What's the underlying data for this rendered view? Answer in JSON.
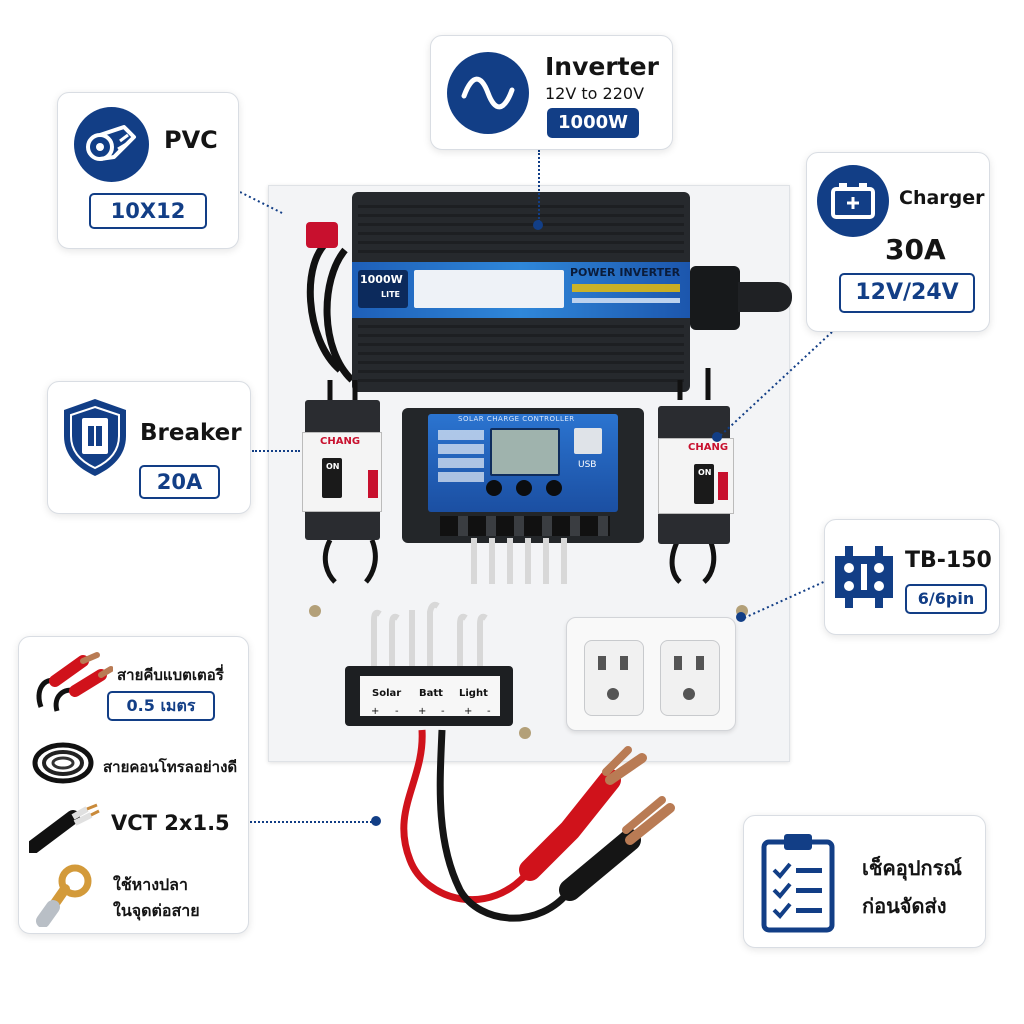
{
  "callouts": {
    "inverter": {
      "title": "Inverter",
      "subtitle": "12V to 220V",
      "badge": "1000W",
      "icon": "sine-wave-icon"
    },
    "pvc": {
      "title": "PVC",
      "badge": "10X12",
      "icon": "pvc-roll-icon"
    },
    "charger": {
      "title": "Charger",
      "value": "30A",
      "badge": "12V/24V",
      "icon": "battery-icon"
    },
    "breaker": {
      "title": "Breaker",
      "badge": "20A",
      "icon": "breaker-shield-icon"
    },
    "terminal": {
      "title": "TB-150",
      "badge": "6/6pin",
      "icon": "terminal-block-icon"
    },
    "check": {
      "line1": "เช็คอุปกรณ์",
      "line2": "ก่อนจัดส่ง",
      "icon": "clipboard-checklist-icon"
    }
  },
  "accessories": {
    "clip_label": "สายคีบแบตเตอรี่",
    "clip_badge": "0.5 เมตร",
    "cable_label": "สายคอนโทรลอย่างดี",
    "vct_label": "VCT 2x1.5",
    "lug_line1": "ใช้หางปลา",
    "lug_line2": "ในจุดต่อสาย"
  },
  "device": {
    "inverter_badge": "1000W",
    "inverter_badge_sub": "LITE",
    "inverter_brand": "POWER INVERTER",
    "controller_title": "SOLAR CHARGE CONTROLLER",
    "controller_usb": "USB",
    "breaker_brand": "CHANG",
    "breaker_on": "ON",
    "terminal_labels": [
      "Solar",
      "Batt",
      "Light"
    ],
    "terminal_signs": [
      "+",
      "-",
      "+",
      "-",
      "+",
      "-"
    ]
  },
  "colors": {
    "accent": "#123e86",
    "card_border": "#d9dde3",
    "panel": "#f3f4f6"
  }
}
